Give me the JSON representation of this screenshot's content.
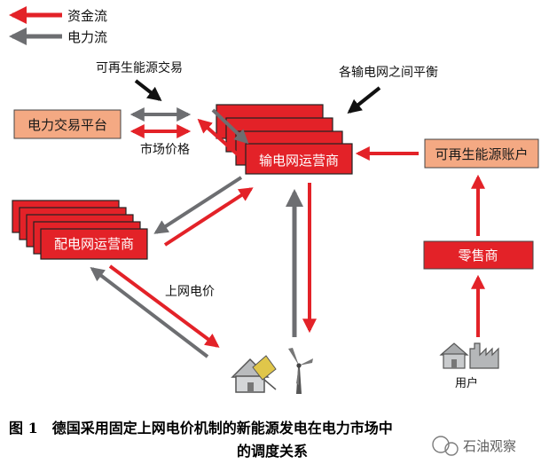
{
  "legend": {
    "money_flow": "资金流",
    "power_flow": "电力流"
  },
  "labels": {
    "renewable_trade": "可再生能源交易",
    "grid_balance": "各输电网之间平衡",
    "market_price": "市场价格",
    "feed_in_price": "上网电价",
    "user": "用户"
  },
  "boxes": {
    "trading_platform": "电力交易平台",
    "transmission_operator": "输电网运营商",
    "distribution_operator": "配电网运营商",
    "renewable_account": "可再生能源账户",
    "retailer": "零售商"
  },
  "caption": {
    "line1": "图 1　德国采用固定上网电价机制的新能源发电在电力市场中",
    "line2": "的调度关系"
  },
  "watermark": "石油观察",
  "colors": {
    "red": "#e32228",
    "gray": "#6d6e71",
    "orange_box": "#f4a983",
    "black_arrow": "#111111"
  }
}
